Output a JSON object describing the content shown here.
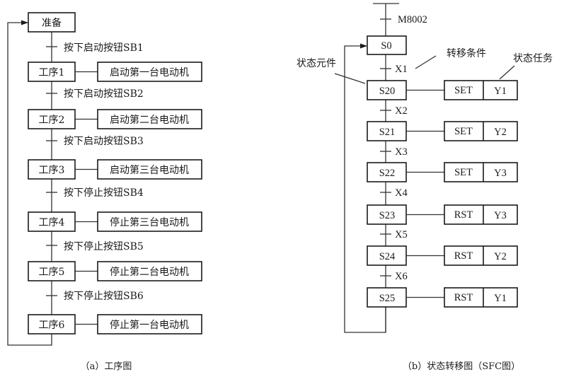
{
  "diagram_a": {
    "caption": "（a）工序图",
    "initial_step": "准备",
    "steps": [
      {
        "label": "工序1",
        "action": "启动第一台电动机",
        "condition": "按下启动按钮SB1"
      },
      {
        "label": "工序2",
        "action": "启动第二台电动机",
        "condition": "按下启动按钮SB2"
      },
      {
        "label": "工序3",
        "action": "启动第三台电动机",
        "condition": "按下启动按钮SB3"
      },
      {
        "label": "工序4",
        "action": "停止第三台电动机",
        "condition": "按下停止按钮SB4"
      },
      {
        "label": "工序5",
        "action": "停止第二台电动机",
        "condition": "按下停止按钮SB5"
      },
      {
        "label": "工序6",
        "action": "停止第一台电动机",
        "condition": "按下停止按钮SB6"
      }
    ]
  },
  "diagram_b": {
    "caption": "（b）状态转移图（SFC图）",
    "init_condition": "M8002",
    "initial_state": "S0",
    "annotations": {
      "state_element": "状态元件",
      "transition_condition": "转移条件",
      "state_task": "状态任务"
    },
    "states": [
      {
        "label": "S20",
        "instruction": "SET",
        "operand": "Y1",
        "condition": "X1"
      },
      {
        "label": "S21",
        "instruction": "SET",
        "operand": "Y2",
        "condition": "X2"
      },
      {
        "label": "S22",
        "instruction": "SET",
        "operand": "Y3",
        "condition": "X3"
      },
      {
        "label": "S23",
        "instruction": "RST",
        "operand": "Y3",
        "condition": "X4"
      },
      {
        "label": "S24",
        "instruction": "RST",
        "operand": "Y2",
        "condition": "X5"
      },
      {
        "label": "S25",
        "instruction": "RST",
        "operand": "Y1",
        "condition": "X6"
      }
    ]
  }
}
